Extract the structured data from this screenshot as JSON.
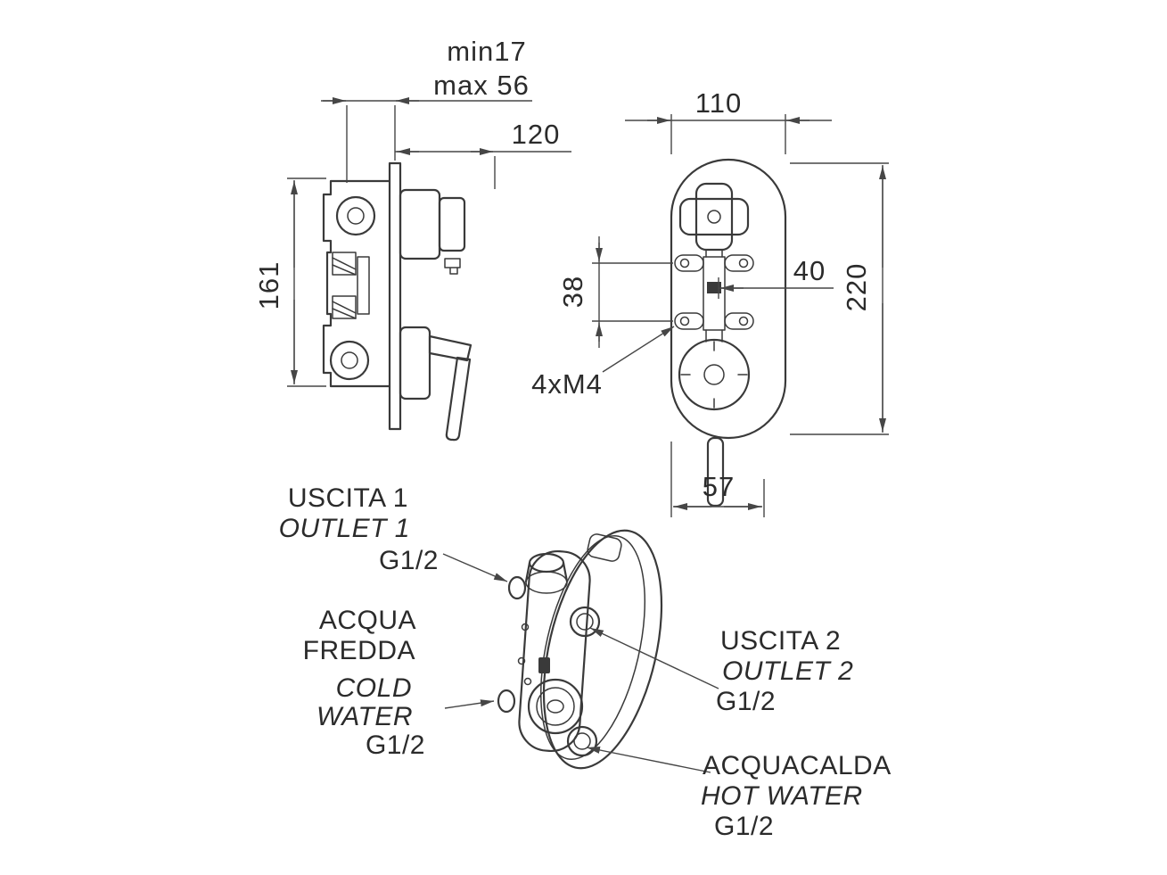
{
  "colors": {
    "background": "#ffffff",
    "line": "#3a3a3a",
    "text": "#2b2b2b"
  },
  "side_view": {
    "dim_min": "min17",
    "dim_max": "max 56",
    "dim_depth": "120",
    "dim_height": "161"
  },
  "front_view": {
    "dim_width": "110",
    "dim_holes_vertical": "38",
    "dim_holes_horizontal": "40",
    "dim_height": "220",
    "screws": "4xM4",
    "dim_bottom": "57"
  },
  "connections": {
    "outlet1": {
      "it": "USCITA 1",
      "en": "OUTLET 1",
      "thread": "G1/2"
    },
    "cold": {
      "it1": "ACQUA",
      "it2": "FREDDA",
      "en1": "COLD",
      "en2": "WATER",
      "thread": "G1/2"
    },
    "outlet2": {
      "it": "USCITA 2",
      "en": "OUTLET 2",
      "thread": "G1/2"
    },
    "hot": {
      "it": "ACQUACALDA",
      "en": "HOT WATER",
      "thread": "G1/2"
    }
  }
}
